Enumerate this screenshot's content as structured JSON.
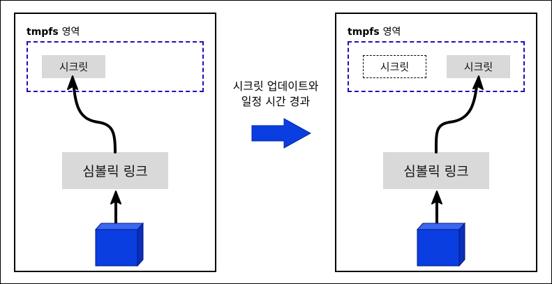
{
  "left_panel": {
    "region_prefix": "tmpfs",
    "region_suffix": "영역",
    "secret": "시크릿",
    "symlink": "심볼릭 링크"
  },
  "right_panel": {
    "region_prefix": "tmpfs",
    "region_suffix": "영역",
    "secret_old": "시크릿",
    "secret_new": "시크릿",
    "symlink": "심볼릭 링크"
  },
  "transition": {
    "line1": "시크릿 업데이트와",
    "line2": "일정 시간 경과"
  },
  "colors": {
    "tmpfs_border": "#1a0fb8",
    "box_fill": "#d9d9d9",
    "cube": "#0a3ee0",
    "arrow": "#0a3ee0"
  }
}
